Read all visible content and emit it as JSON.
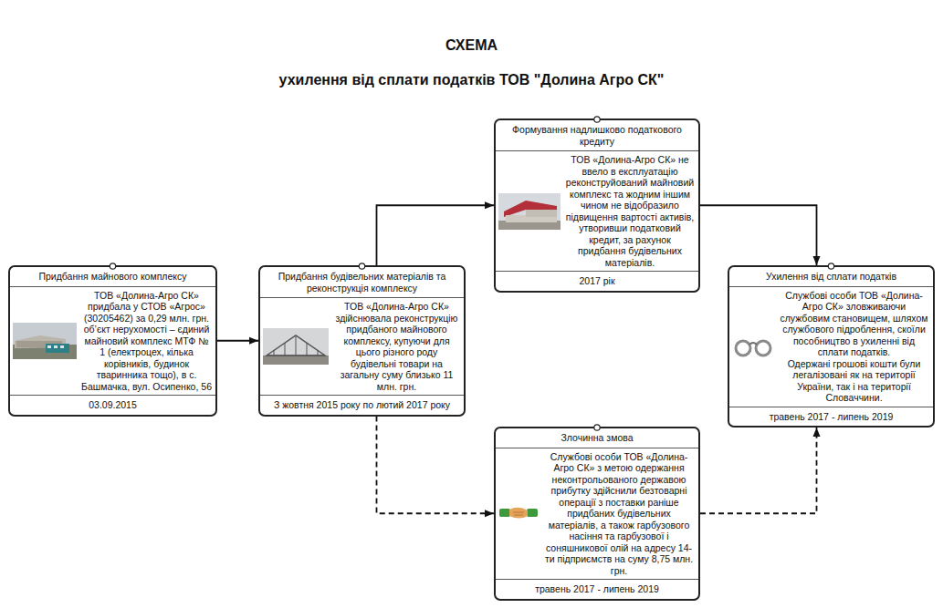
{
  "diagram": {
    "title": "СХЕМА",
    "nodes": [
      {
        "text": [
          "Придбання майнового комплексу",
          "ТОВ «Долина-Агро СК» придбала у СТОВ «Агрос» (30205462) за 0,29 млн. грн. об’єкт нерухомості – єдиний майновий комплекс МТФ № 1 (електроцех, кілька корівників, будинок тваринника тощо), в с. Башмачка, вул. Осипенко, 56",
          "03.09.2015"
        ]
      },
      {
        "text": [
          "Придбання будівельних матеріалів та реконструкція комплексу",
          "ТОВ «Долина-Агро СК» здійснювала реконструкцію придбаного майнового комплексу, купуючи для цього різного роду будівельні товари на загальну суму близько 11 млн. грн.",
          "З жовтня 2015 року по лютий 2017 року"
        ]
      },
      {
        "text": [
          "Формування надлишково податкового кредиту",
          "ТОВ «Долина-Агро СК» не ввело в експлуатацію реконструйований майновий комплекс та жодним іншим чином не відобразило підвищення вартості активів, утворивши податковий кредит, за рахунок придбання будівельних матеріалів.",
          "2017 рік"
        ]
      },
      {
        "text": [
          "Злочинна змова",
          "Службові особи ТОВ «Долина-Агро СК» з метою одержання неконтрольованого державою прибутку здійснили безтоварні операції з поставки раніше придбаних будівельних матеріалів, а також гарбузового насіння та гарбузової і соняшникової олій на адресу 14-ти підприємств на суму 8,75 млн. грн.",
          "травень 2017 - липень 2019"
        ]
      },
      {
        "text": [
          "Ухилення від сплати податків",
          "Службові особи ТОВ «Долина-Агро СК» зловживаючи службовим становищем, шляхом службового підроблення, скоїли пособництво в ухиленні від сплати податків.",
          "Одержані грошові кошти були легалізовані як на території України, так і на території Словаччини.",
          "травень 2017 - липень 2019"
        ]
      }
    ],
    "edges": [
      {
        "from": 0,
        "to": 1,
        "arrow": "to"
      },
      {
        "from": 1,
        "to": 2,
        "arrow": "to"
      },
      {
        "from": 2,
        "to": 4,
        "arrow": "to"
      },
      {
        "from": 1,
        "to": 3,
        "arrow": "to"
      },
      {
        "from": 3,
        "to": 4,
        "arrow": "to"
      }
    ],
    "labels": [
      "ухилення від сплати податків ТОВ \"Долина Агро СК\""
    ]
  }
}
